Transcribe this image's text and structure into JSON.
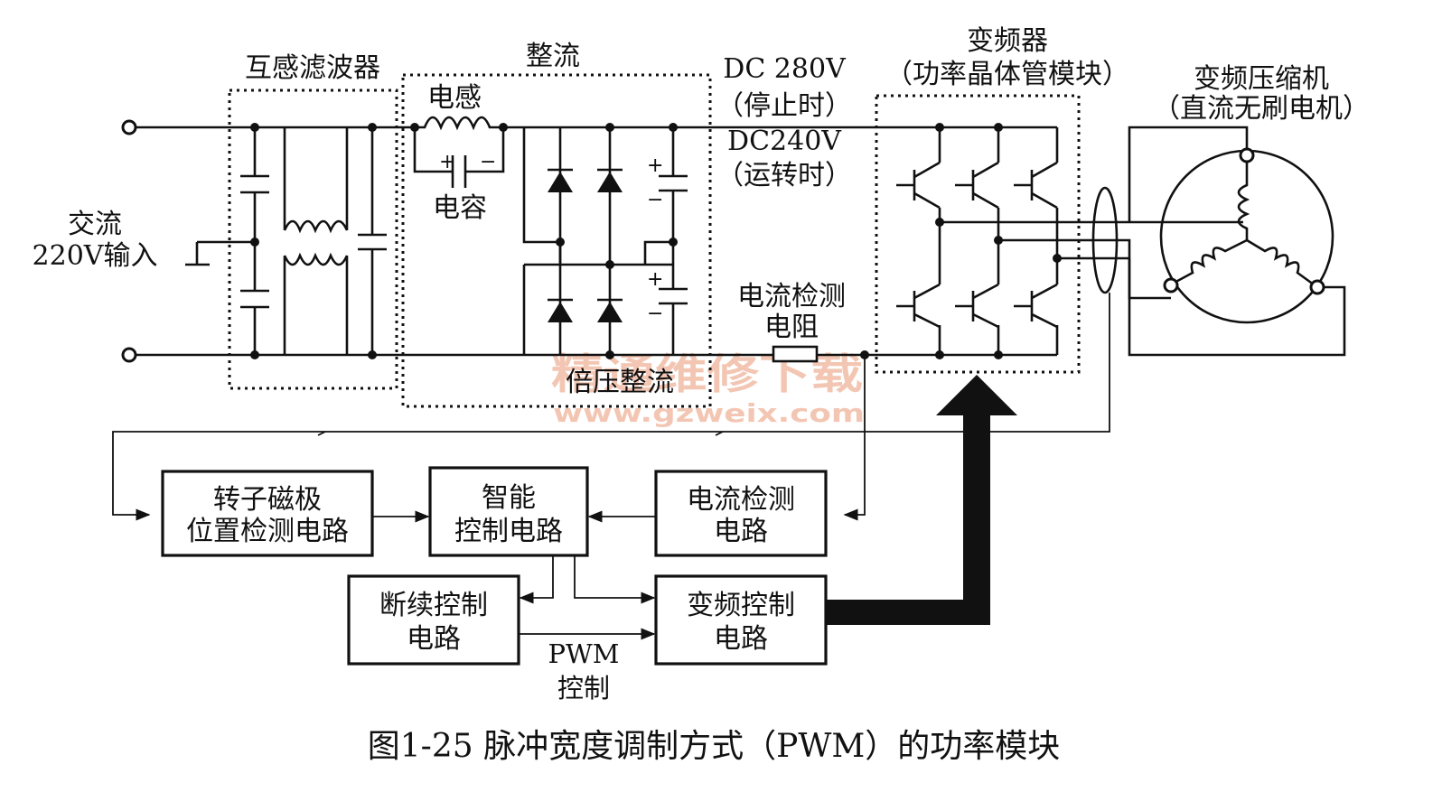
{
  "labels": {
    "mutual_filter": "互感滤波器",
    "rectify": "整流",
    "inductor": "电感",
    "capacitor": "电容",
    "ac_in_1": "交流",
    "ac_in_2": "220V输入",
    "dc_stop_v": "DC 280V",
    "dc_stop": "（停止时）",
    "dc_run_v": "DC240V",
    "dc_run": "（运转时）",
    "inverter_1": "变频器",
    "inverter_2": "（功率晶体管模块）",
    "compressor_1": "变频压缩机",
    "compressor_2": "（直流无刷电机）",
    "shunt_1": "电流检测",
    "shunt_2": "电阻",
    "voltage_doubler": "倍压整流",
    "pwm_1": "PWM",
    "pwm_2": "控制"
  },
  "blocks": {
    "rotor": [
      "转子磁极",
      "位置检测电路"
    ],
    "smart": [
      "智能",
      "控制电路"
    ],
    "current": [
      "电流检测",
      "电路"
    ],
    "onoff": [
      "断续控制",
      "电路"
    ],
    "freq": [
      "变频控制",
      "电路"
    ]
  },
  "caption": "图1-25  脉冲宽度调制方式（PWM）的功率模块",
  "watermark": {
    "title": "精通维修下载",
    "url": "www.gzweix.com"
  },
  "colors": {
    "ink": "#111111",
    "watermark": "#f0b49a"
  }
}
